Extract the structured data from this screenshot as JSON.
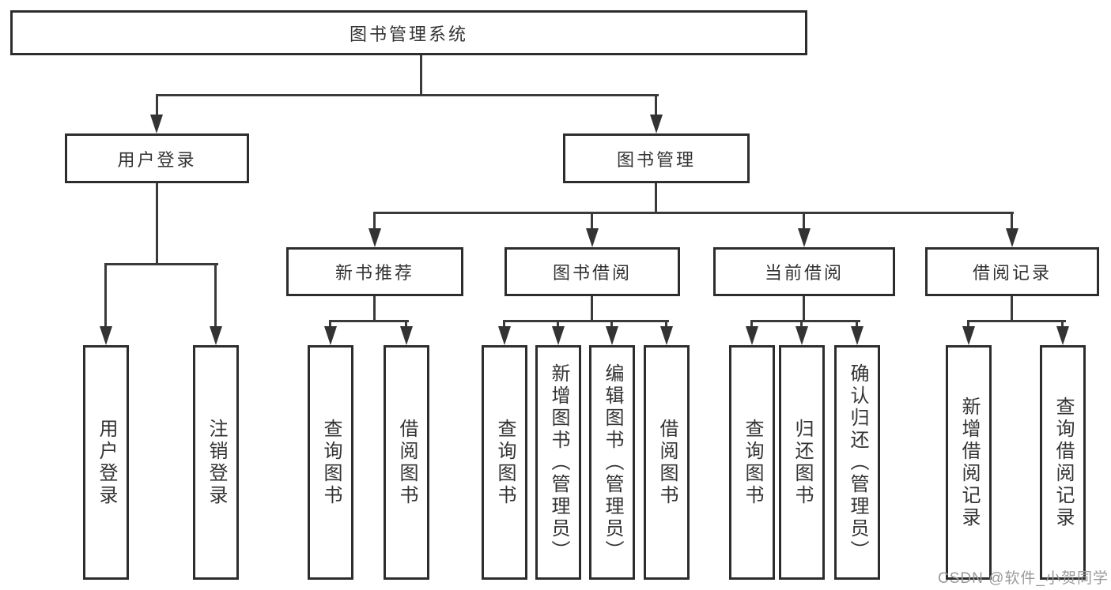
{
  "tree": {
    "label": "图书管理系统",
    "children": [
      {
        "label": "用户登录",
        "children": [
          {
            "label": "用户登录"
          },
          {
            "label": "注销登录"
          }
        ]
      },
      {
        "label": "图书管理",
        "children": [
          {
            "label": "新书推荐",
            "children": [
              {
                "label": "查询图书"
              },
              {
                "label": "借阅图书"
              }
            ]
          },
          {
            "label": "图书借阅",
            "children": [
              {
                "label": "查询图书"
              },
              {
                "label": "新增图书（管理员）"
              },
              {
                "label": "编辑图书（管理员）"
              },
              {
                "label": "借阅图书"
              }
            ]
          },
          {
            "label": "当前借阅",
            "children": [
              {
                "label": "查询图书"
              },
              {
                "label": "归还图书"
              },
              {
                "label": "确认归还（管理员）"
              }
            ]
          },
          {
            "label": "借阅记录",
            "children": [
              {
                "label": "新增借阅记录"
              },
              {
                "label": "查询借阅记录"
              }
            ]
          }
        ]
      }
    ]
  },
  "watermark": "CSDN @软件_小贺同学",
  "colors": {
    "background": "#ffffff",
    "box_border": "#2d2d2d",
    "connector_line": "#3a3a3a",
    "node_text": "#333333",
    "watermark_text": "#9a9a9a"
  }
}
